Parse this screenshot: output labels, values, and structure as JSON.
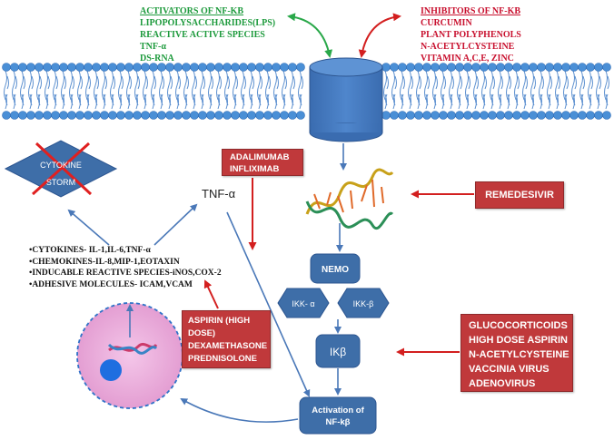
{
  "activators": {
    "title": "ACTIVATORS OF NF-KB",
    "items": [
      "LIPOPOLYSACCHARIDES(LPS)",
      "REACTIVE ACTIVE SPECIES",
      "TNF-α",
      "DS-RNA"
    ]
  },
  "inhibitors": {
    "title": "INHIBITORS OF NF-KB",
    "items": [
      "CURCUMIN",
      "PLANT POLYPHENOLS",
      "N-ACETYLCYSTEINE",
      "VITAMIN A,C,E, ZINC"
    ]
  },
  "drug_boxes": {
    "adalimumab": [
      "ADALIMUMAB",
      "INFLIXIMAB"
    ],
    "remdesivir": "REMEDESIVIR",
    "aspirin": [
      "ASPIRIN (HIGH",
      "DOSE)",
      "DEXAMETHASONE",
      "PREDNISOLONE"
    ],
    "glucocorticoids": [
      "GLUCOCORTICOIDS",
      "HIGH DOSE ASPIRIN",
      "N-ACETYLCYSTEINE",
      "VACCINIA VIRUS",
      "ADENOVIRUS"
    ]
  },
  "pathway": {
    "cytokine_storm": [
      "CYTOKINE",
      "STORM"
    ],
    "tnf": "TNF-α",
    "nemo": "NEMO",
    "ikk_alpha": "IKK- α",
    "ikk_beta": "IKK-β",
    "ikb": "IKβ",
    "activation": [
      "Activation of",
      "NF-kβ"
    ]
  },
  "mediators": [
    "•CYTOKINES- IL-1,IL-6,TNF-α",
    "•CHEMOKINES-IL-8,MIP-1,EOTAXIN",
    "•INDUCABLE REACTIVE SPECIES-iNOS,COX-2",
    "•ADHESIVE MOLECULES- ICAM,VCAM"
  ],
  "colors": {
    "membrane_head": "#4a8fd6",
    "node_fill": "#3e6ea8",
    "drug_box": "#c0393b",
    "activator_text": "#1d9a3c",
    "inhibitor_text": "#c8102e",
    "cell_fill": "#e8a8d8"
  }
}
